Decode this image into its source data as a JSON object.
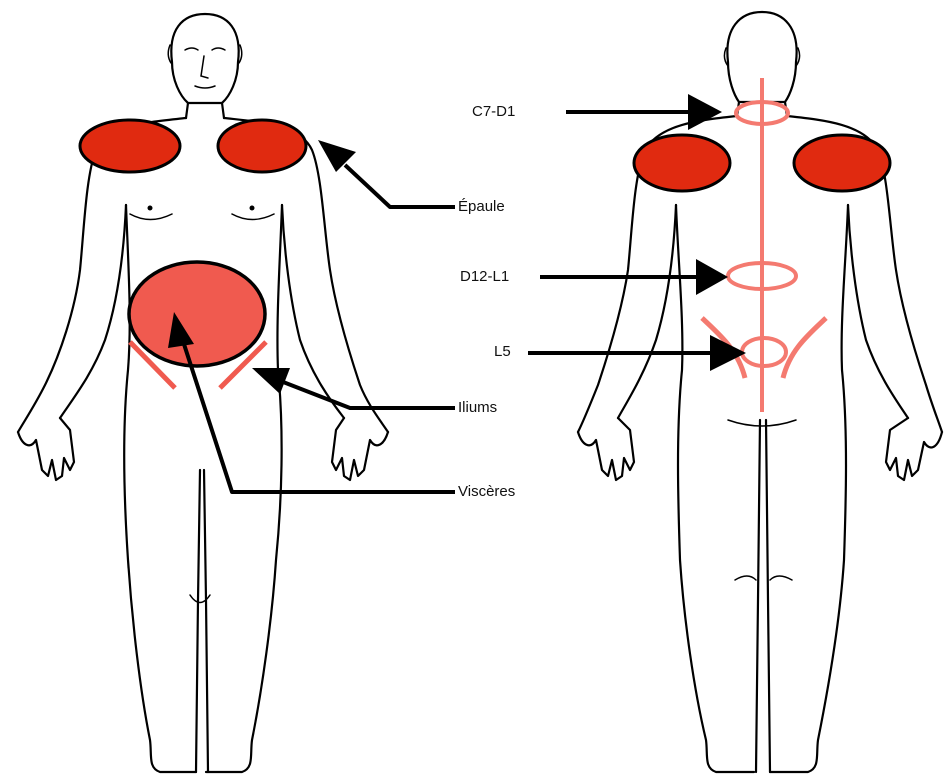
{
  "labels": {
    "epaule": "Épaule",
    "iliums": "Iliums",
    "visceres": "Viscères",
    "c7d1": "C7-D1",
    "d12l1": "D12-L1",
    "l5": "L5"
  },
  "colors": {
    "zone_dark": "#e02a10",
    "zone_light": "#f05a4f",
    "spine": "#f47a70",
    "outline": "#000000"
  }
}
